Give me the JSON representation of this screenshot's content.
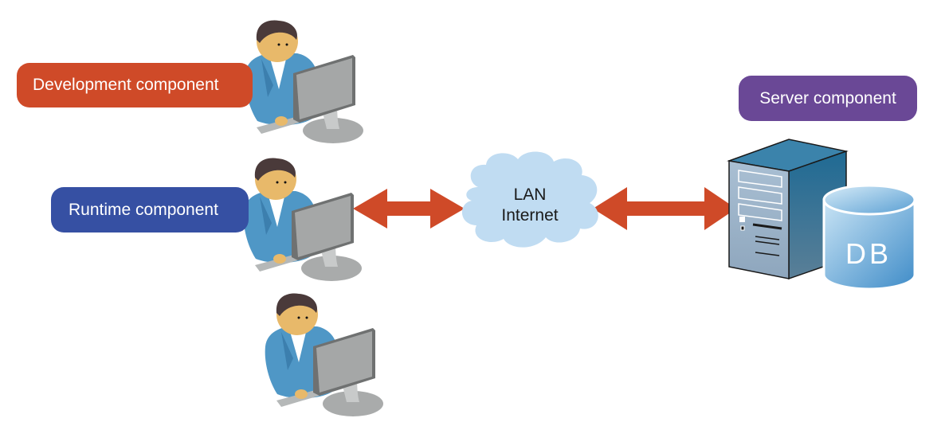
{
  "diagram": {
    "labels": {
      "development": "Development component",
      "runtime": "Runtime component",
      "server": "Server component"
    },
    "network": {
      "line1": "LAN",
      "line2": "Internet"
    },
    "database": "DB",
    "colors": {
      "development": "#cf4a28",
      "runtime": "#3650a3",
      "server": "#6a4896",
      "arrow": "#cf4a28",
      "cloud": "#c0dcf2"
    },
    "users": [
      {
        "role": "development-user"
      },
      {
        "role": "runtime-user"
      },
      {
        "role": "runtime-user"
      }
    ]
  }
}
